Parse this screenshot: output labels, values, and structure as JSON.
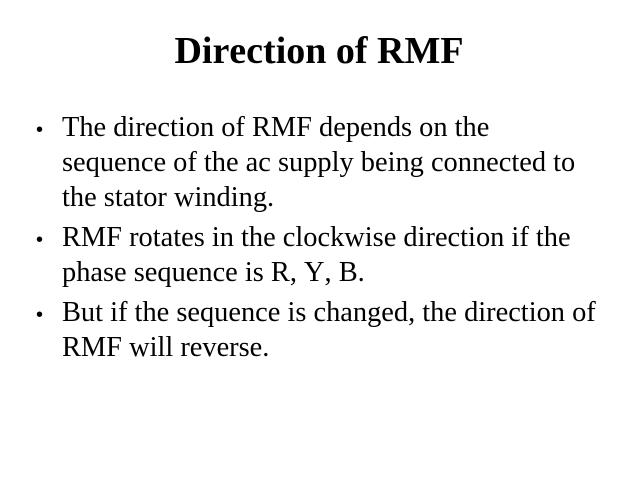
{
  "slide": {
    "title": "Direction of RMF",
    "bullet_char": "•",
    "bullets": [
      "The direction of RMF depends on the sequence of the ac supply being connected to the stator winding.",
      "RMF rotates in the clockwise direction if the phase sequence is R, Y, B.",
      "But if the sequence is changed, the direction of RMF will reverse."
    ]
  },
  "colors": {
    "background": "#ffffff",
    "text": "#000000"
  }
}
